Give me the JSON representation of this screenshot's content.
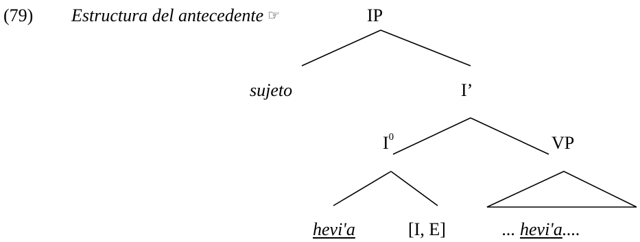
{
  "example": {
    "number": "(79)",
    "caption": "Estructura del antecedente",
    "pointer_icon": "pointing-hand-icon"
  },
  "tree": {
    "root": "IP",
    "subject": "sujeto",
    "i_bar": "I’",
    "i_zero_base": "I",
    "i_zero_sup": "0",
    "vp": "VP",
    "leaf_head": "hevi'a",
    "leaf_features": "[I, E]",
    "vp_content": {
      "prefix": "... ",
      "word": "hevi'a",
      "suffix": "...."
    }
  }
}
